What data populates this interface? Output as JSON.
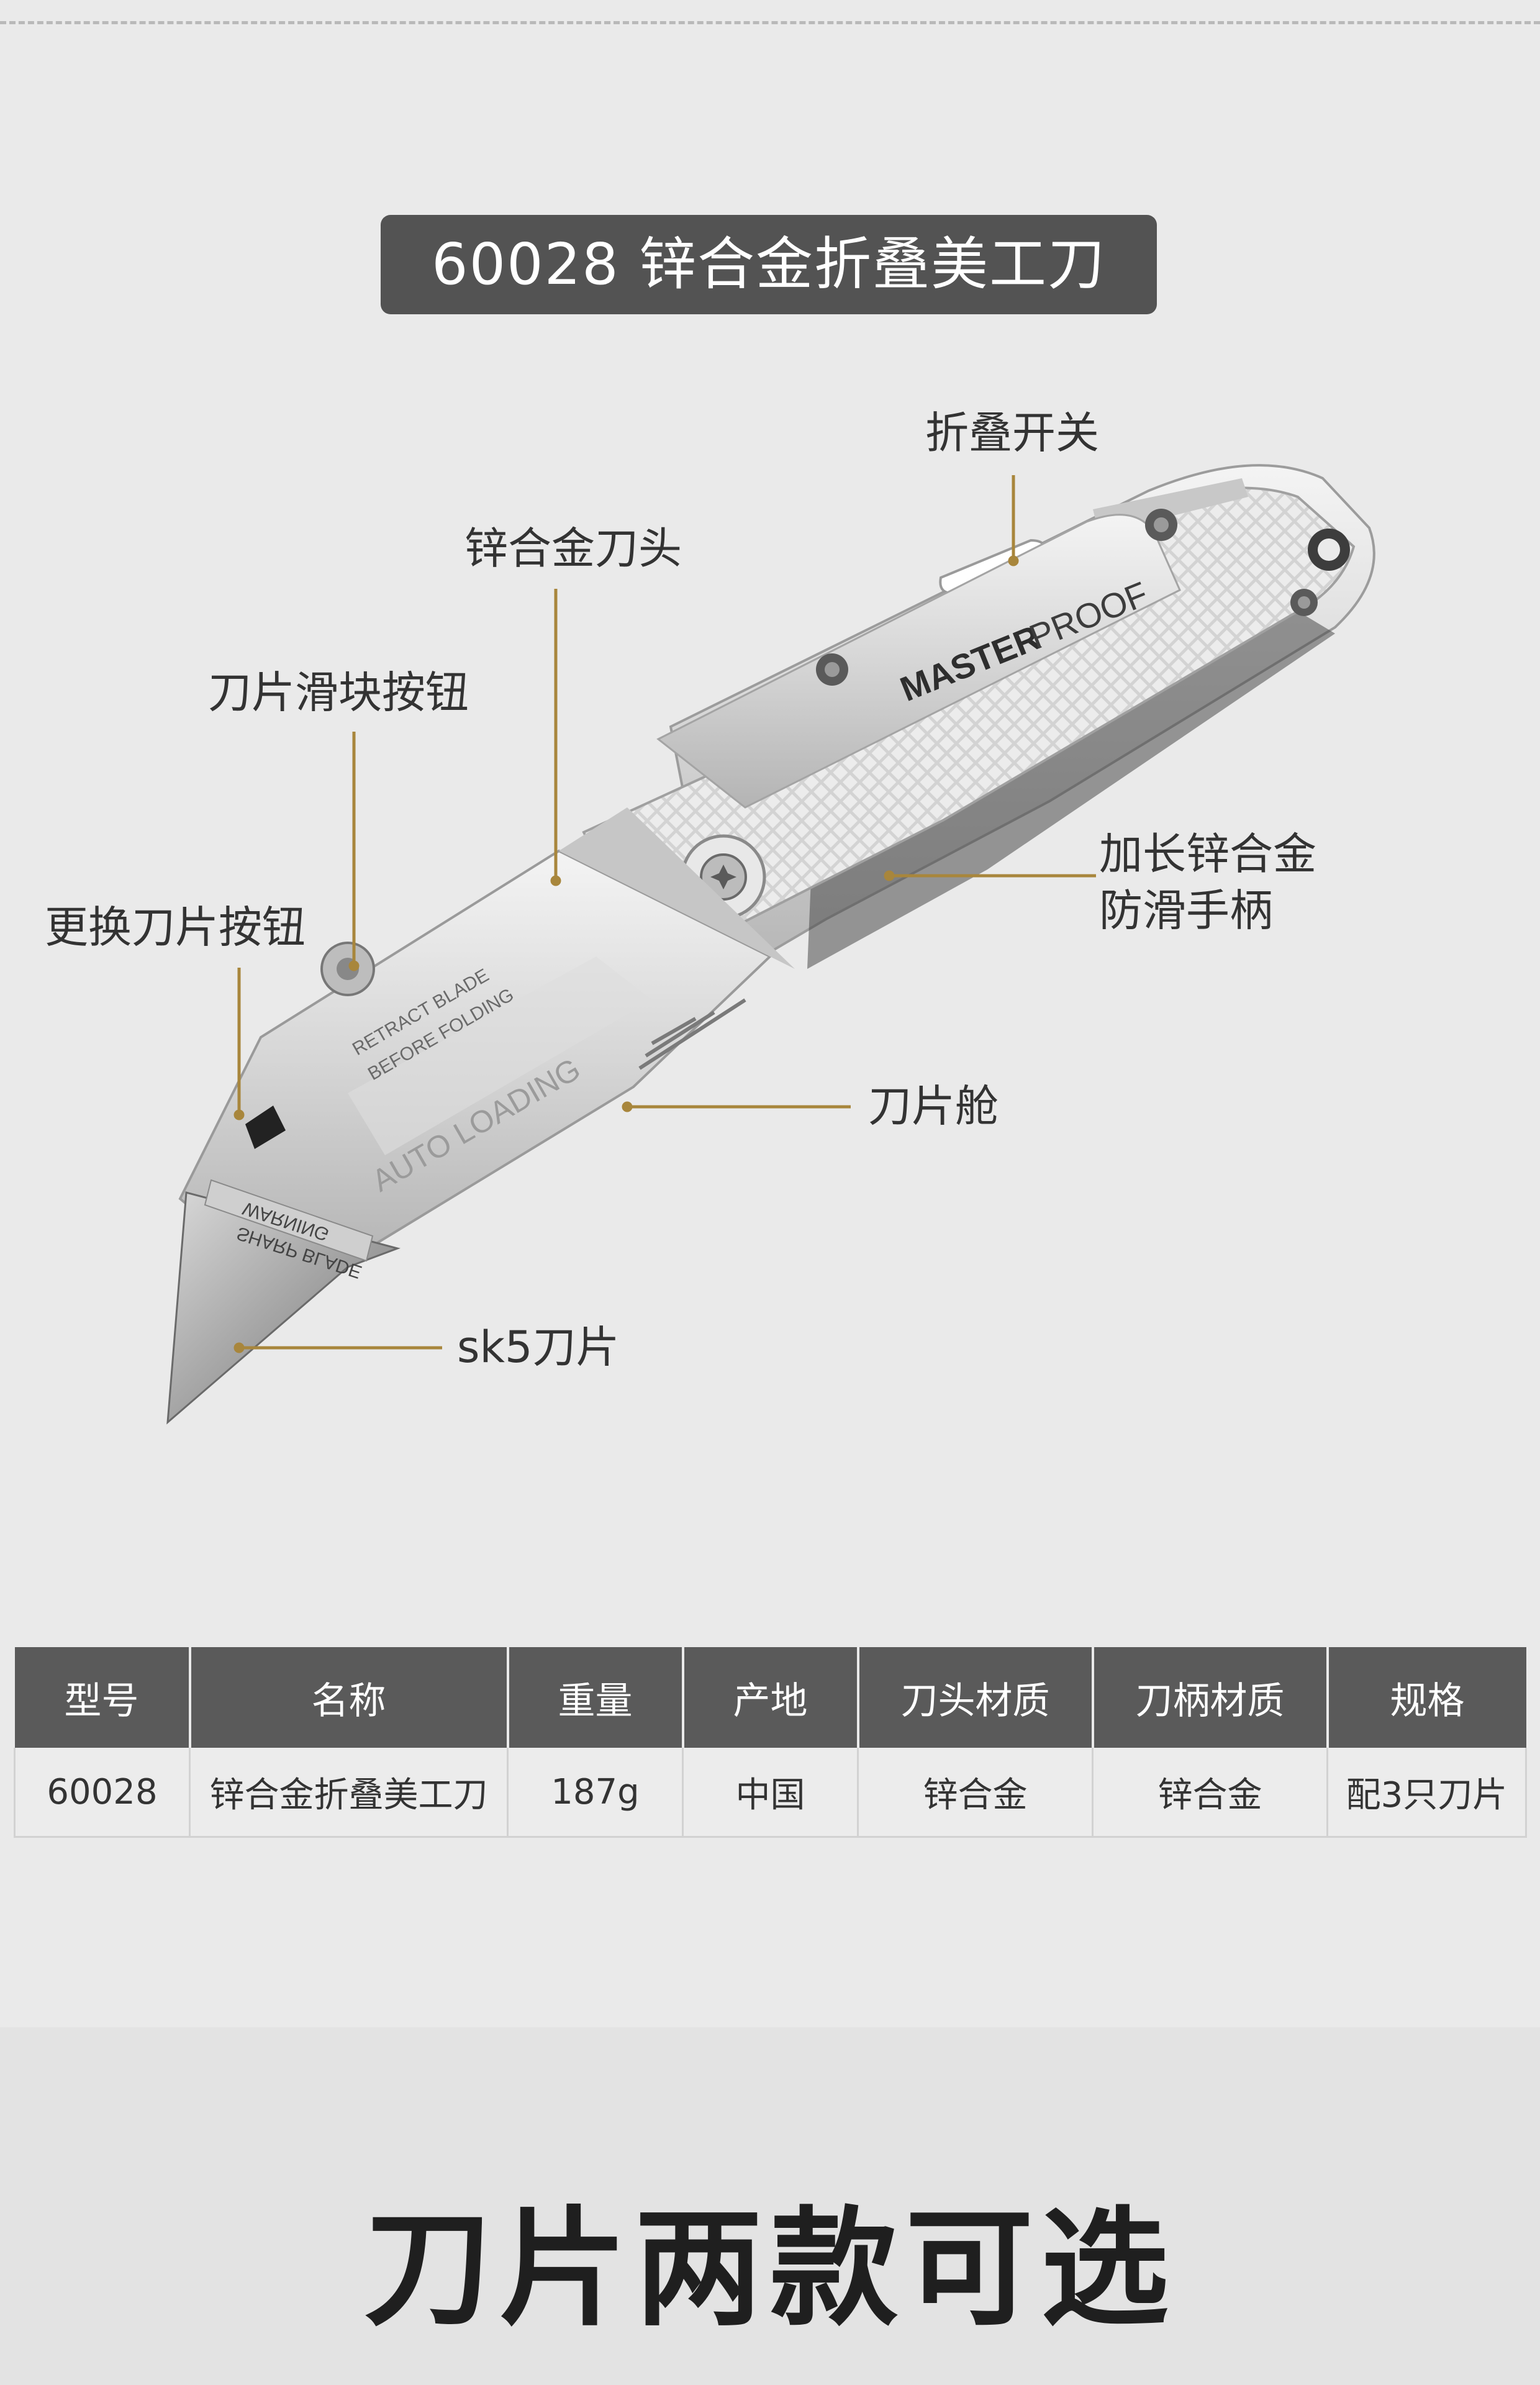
{
  "title": "60028 锌合金折叠美工刀",
  "knife": {
    "brand_bold": "MASTER",
    "brand_light": "PROOF",
    "engravings": [
      "RETRACT BLADE",
      "BEFORE FOLDING",
      "AUTO LOADING",
      "WARNING",
      "SHARP BLADE"
    ]
  },
  "callouts": [
    {
      "id": "folding-switch",
      "text": "折叠开关"
    },
    {
      "id": "zinc-head",
      "text": "锌合金刀头"
    },
    {
      "id": "slider-button",
      "text": "刀片滑块按钮"
    },
    {
      "id": "change-blade-button",
      "text": "更换刀片按钮"
    },
    {
      "id": "handle",
      "text": "加长锌合金\n防滑手柄"
    },
    {
      "id": "blade-chamber",
      "text": "刀片舱"
    },
    {
      "id": "blade",
      "text": "sk5刀片"
    }
  ],
  "spec_table": {
    "headers": [
      "型号",
      "名称",
      "重量",
      "产地",
      "刀头材质",
      "刀柄材质",
      "规格"
    ],
    "rows": [
      [
        "60028",
        "锌合金折叠美工刀",
        "187g",
        "中国",
        "锌合金",
        "锌合金",
        "配3只刀片"
      ]
    ]
  },
  "section_title": "刀片两款可选",
  "colors": {
    "page_background": "#eaeaea",
    "badge_background": "#535353",
    "leader_line": "#a8863c",
    "table_header": "#5a5a5a"
  }
}
